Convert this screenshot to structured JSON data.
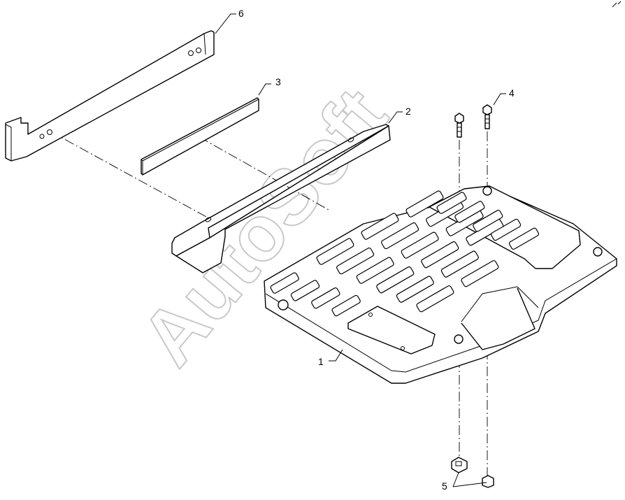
{
  "watermark": "AutoSoft",
  "callouts": [
    "1",
    "2",
    "3",
    "4",
    "5",
    "6"
  ],
  "colors": {
    "line": "#000000",
    "background": "#ffffff",
    "watermark": "#c9c9c9"
  }
}
